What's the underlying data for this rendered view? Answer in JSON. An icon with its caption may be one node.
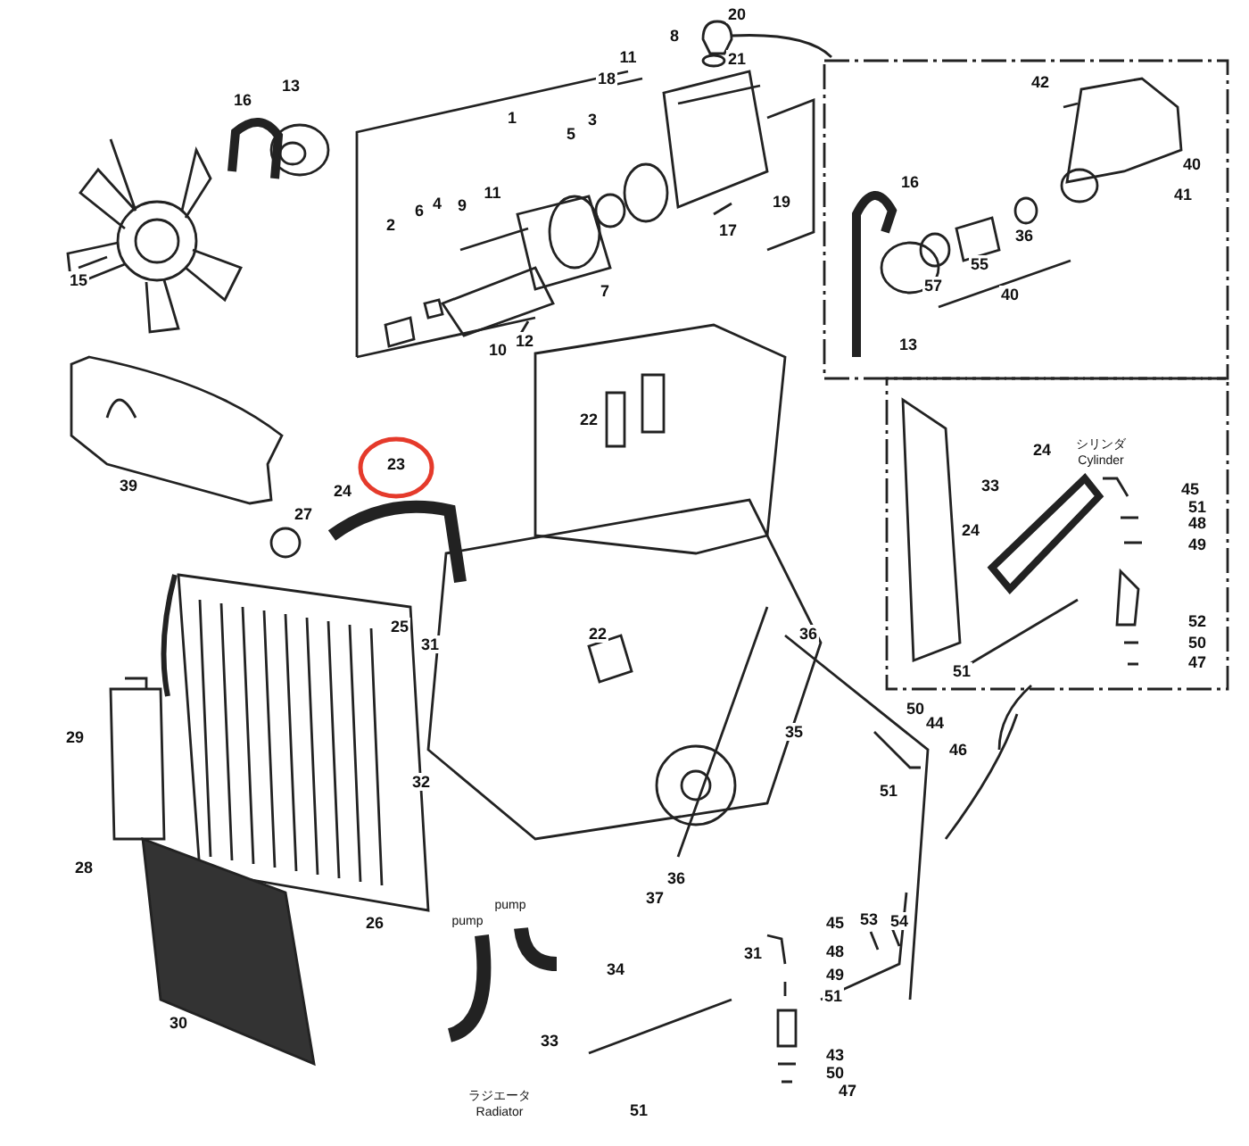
{
  "diagram": {
    "labels": [
      "20",
      "8",
      "11",
      "21",
      "42",
      "18",
      "13",
      "16",
      "3",
      "5",
      "1",
      "40",
      "41",
      "16",
      "11",
      "9",
      "4",
      "6",
      "2",
      "19",
      "17",
      "36",
      "55",
      "15",
      "57",
      "40",
      "7",
      "13",
      "12",
      "10",
      "22",
      "24",
      "シリンダ",
      "Cylinder",
      "39",
      "23",
      "33",
      "24",
      "45",
      "27",
      "51",
      "48",
      "24",
      "49",
      "25",
      "31",
      "22",
      "36",
      "52",
      "50",
      "47",
      "51",
      "29",
      "35",
      "50",
      "44",
      "46",
      "51",
      "32",
      "28",
      "36",
      "37",
      "26",
      "pump",
      "pump",
      "45",
      "53",
      "54",
      "31",
      "48",
      "34",
      "49",
      "51",
      "30",
      "33",
      "ラジエータ",
      "Radiator",
      "43",
      "50",
      "47",
      "51"
    ]
  }
}
